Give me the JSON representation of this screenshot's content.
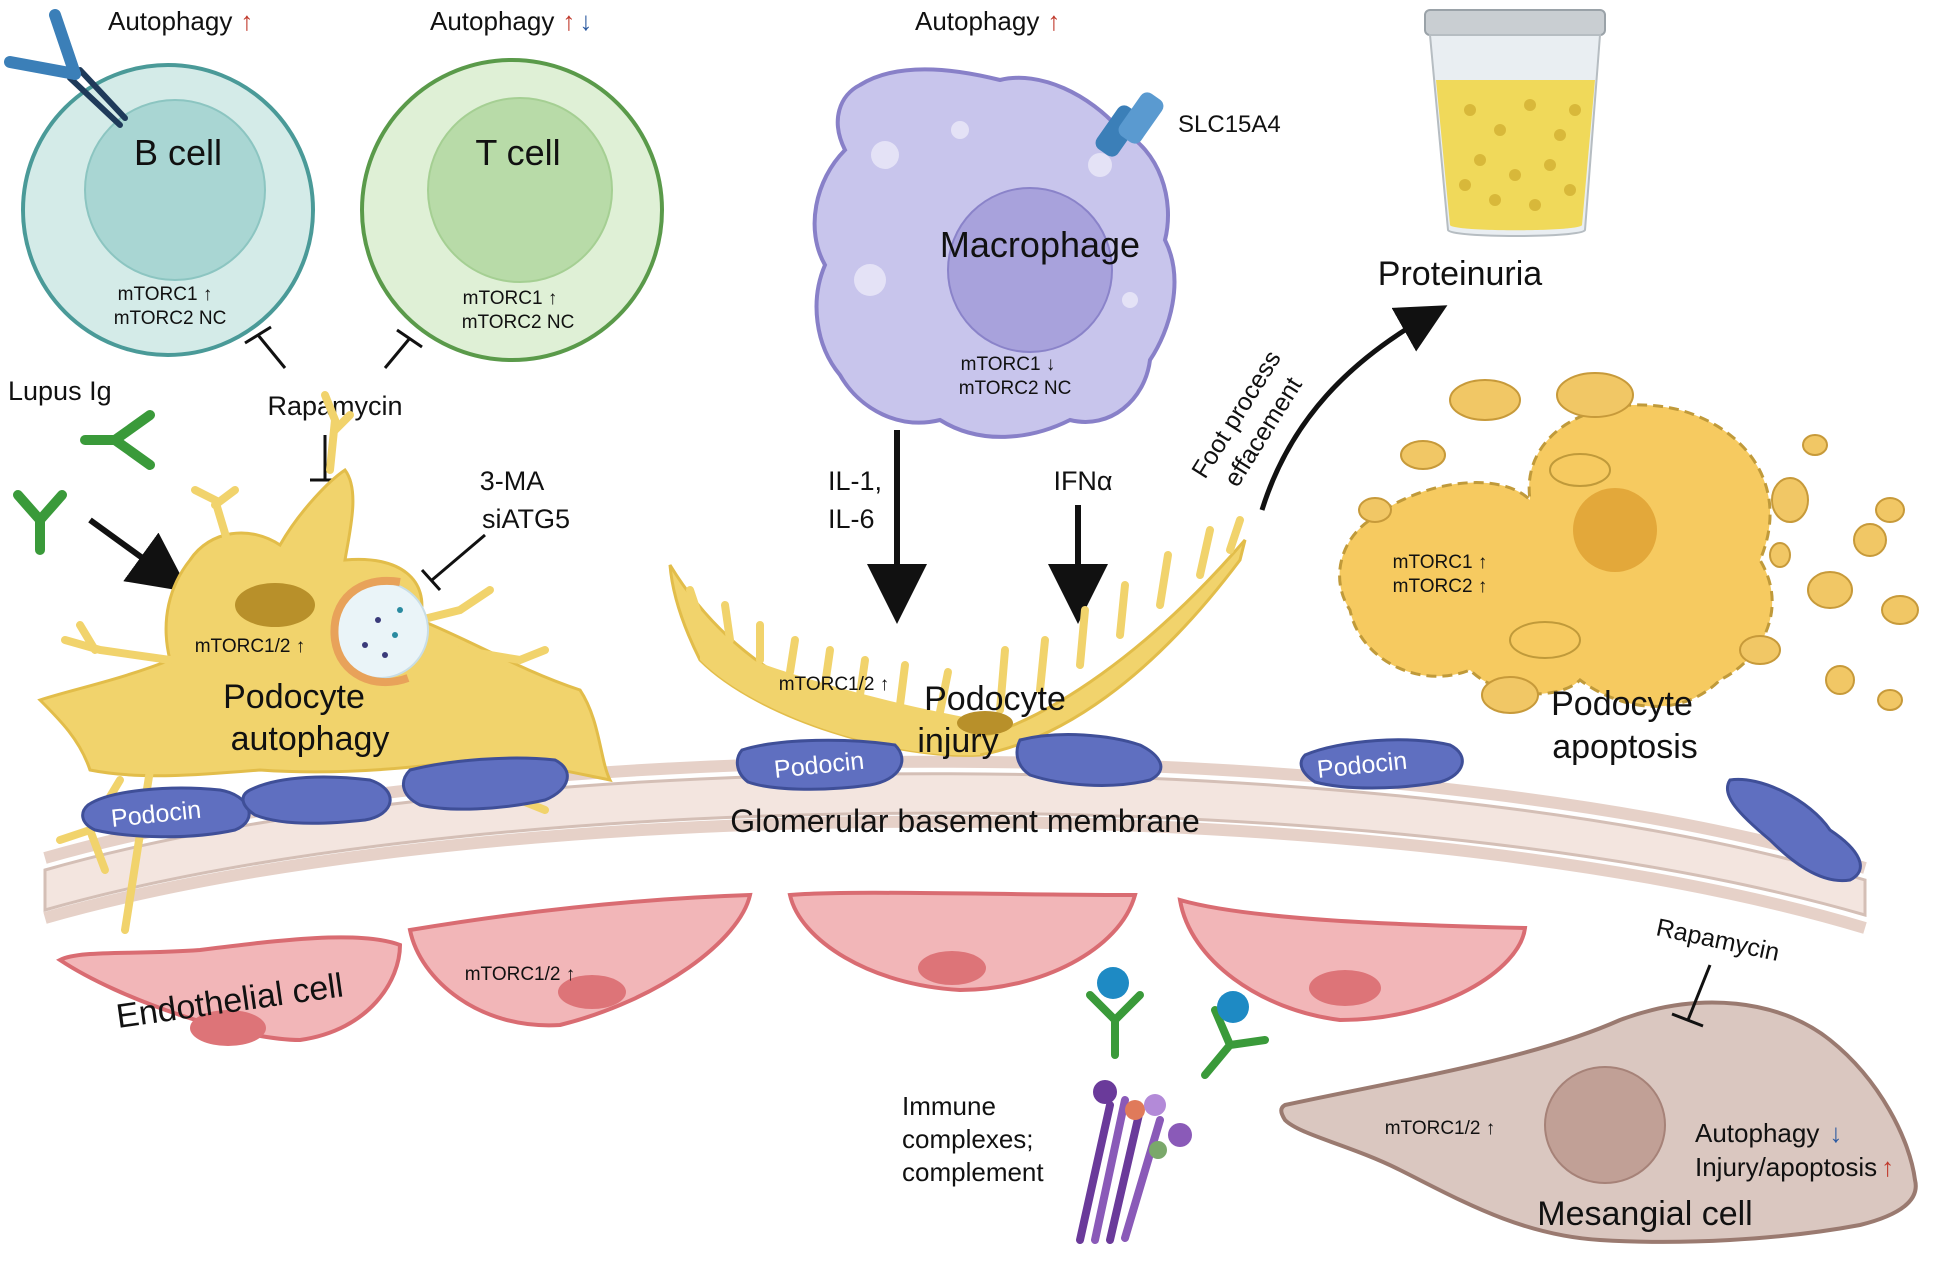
{
  "b_cell": {
    "autophagy": "Autophagy",
    "arrow_up": "↑",
    "name": "B cell",
    "mtorc1": "mTORC1 ↑",
    "mtorc2": "mTORC2 NC"
  },
  "t_cell": {
    "autophagy": "Autophagy",
    "arrow_up": "↑",
    "arrow_down": "↓",
    "name": "T cell",
    "mtorc1": "mTORC1 ↑",
    "mtorc2": "mTORC2 NC"
  },
  "macrophage": {
    "autophagy": "Autophagy",
    "arrow_up": "↑",
    "name": "Macrophage",
    "receptor": "SLC15A4",
    "mtorc1": "mTORC1 ↓",
    "mtorc2": "mTORC2 NC"
  },
  "proteinuria": "Proteinuria",
  "foot_process": [
    "Foot process",
    "effacement"
  ],
  "lupus_ig": "Lupus Ig",
  "rapamycin_top": "Rapamycin",
  "inhibitors": [
    "3-MA",
    "siATG5"
  ],
  "cytokines": [
    "IL-1,",
    "IL-6"
  ],
  "ifn": "IFNα",
  "podocyte_autophagy": {
    "mtorc": "mTORC1/2 ↑",
    "label": [
      "Podocyte",
      "autophagy"
    ]
  },
  "podocyte_injury": {
    "mtorc": "mTORC1/2 ↑",
    "label": [
      "Podocyte",
      "injury"
    ]
  },
  "podocyte_apoptosis": {
    "mtorc1": "mTORC1 ↑",
    "mtorc2": "mTORC2 ↑",
    "label": [
      "Podocyte",
      "apoptosis"
    ]
  },
  "podocin": "Podocin",
  "gbm": "Glomerular basement membrane",
  "endothelial": {
    "label": "Endothelial cell",
    "mtorc": "mTORC1/2 ↑"
  },
  "immune": [
    "Immune",
    "complexes;",
    "complement"
  ],
  "mesangial": {
    "rapamycin": "Rapamycin",
    "mtorc": "mTORC1/2 ↑",
    "autophagy": "Autophagy",
    "arrow_down": "↓",
    "injury": "Injury/apoptosis",
    "arrow_up": "↑",
    "label": "Mesangial cell"
  }
}
